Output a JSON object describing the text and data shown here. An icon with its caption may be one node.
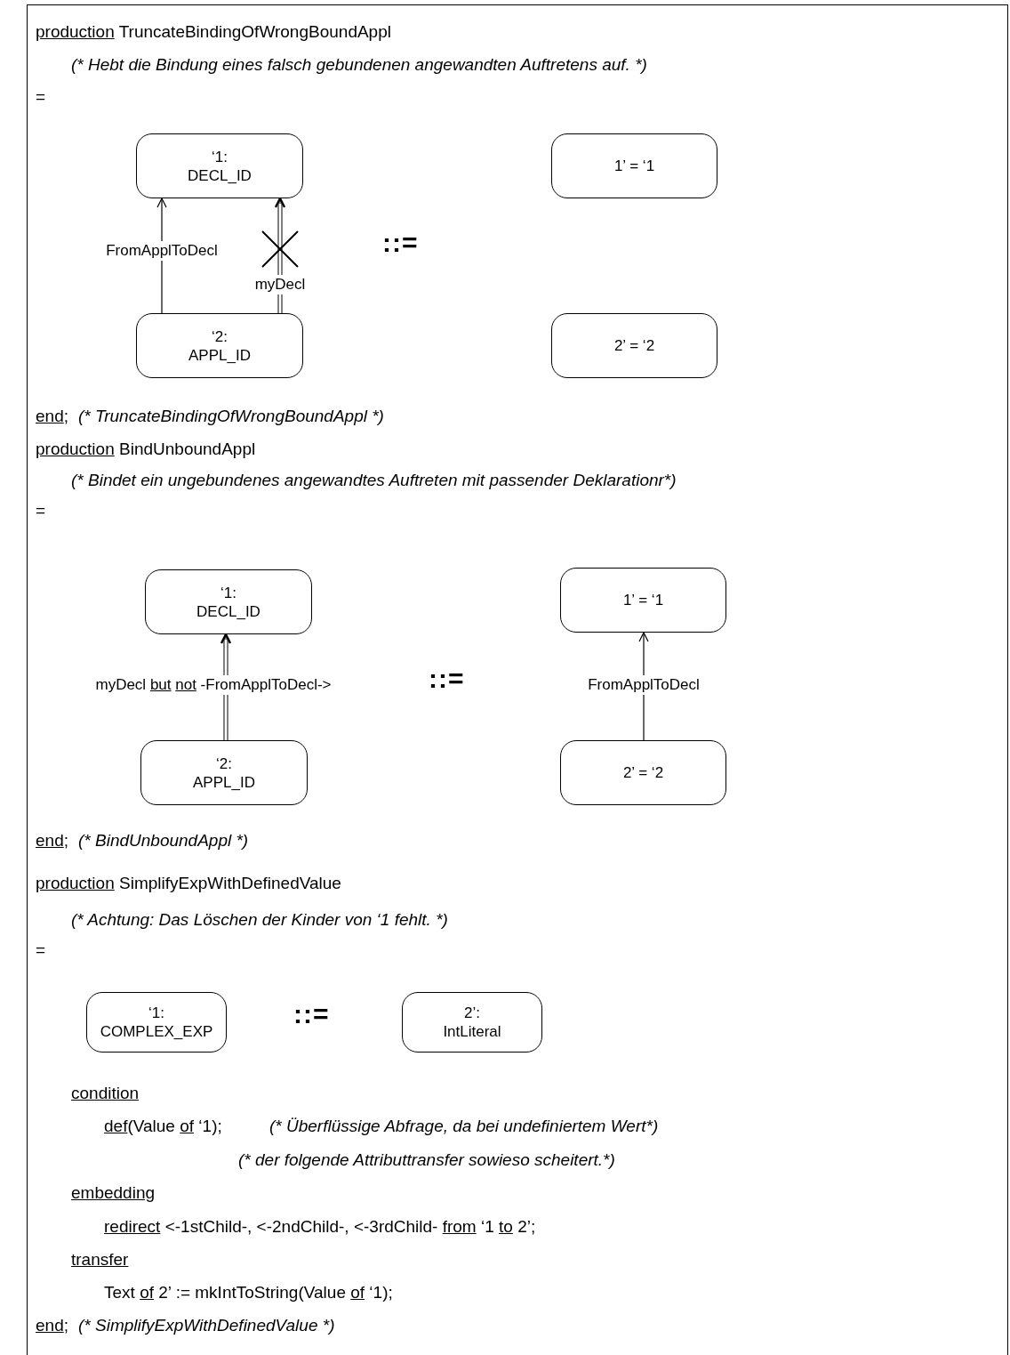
{
  "diagram": {
    "nodes": [
      {
        "text": [
          "‘1: DECL_ID"
        ]
      },
      {
        "text": [
          "‘2: APPL_ID"
        ]
      },
      {
        "text": [
          "1’ = ‘1"
        ]
      },
      {
        "text": [
          "2’ = ‘2"
        ]
      },
      {
        "text": [
          "‘1: DECL_ID"
        ]
      },
      {
        "text": [
          "‘2: APPL_ID"
        ]
      },
      {
        "text": [
          "1’ = ‘1"
        ]
      },
      {
        "text": [
          "2’ = ‘2"
        ]
      },
      {
        "text": [
          "‘1: COMPLEX_EXP"
        ]
      },
      {
        "text": [
          "2’: IntLiteral"
        ]
      }
    ],
    "edges": [
      {
        "from": 1,
        "to": 0,
        "arrow": "to",
        "label": "FromApplToDecl"
      },
      {
        "from": 1,
        "to": 0,
        "arrow": "to",
        "label": "myDecl"
      },
      {
        "from": 5,
        "to": 4,
        "arrow": "to",
        "label": "myDecl **but** **not** -FromApplToDecl->"
      },
      {
        "from": 7,
        "to": 6,
        "arrow": "to",
        "label": "FromApplToDecl"
      }
    ],
    "labels": [
      "**production** TruncateBindingOfWrongBoundAppl",
      "(* Hebt die Bindung eines falsch gebundenen angewandten Auftretens auf. *)",
      "=",
      "::=",
      "**end**;",
      "(* TruncateBindingOfWrongBoundAppl *)",
      "**production** BindUnboundAppl",
      "(* Bindet ein ungebundenes angewandtes Auftreten mit passender Deklarationr*)",
      "=",
      "::=",
      "**end**;",
      "(* BindUnboundAppl *)",
      "**production** SimplifyExpWithDefinedValue",
      "(* Achtung: Das Löschen der Kinder von ‘1 fehlt. *)",
      "=",
      "::=",
      "**condition**",
      "**def**(Value **of** ‘1);",
      "(* Überflüssige Abfrage, da bei undefiniertem Wert*)",
      "(* der folgende Attributtransfer sowieso scheitert.*)",
      "**embedding**",
      "**redirect** <-1stChild-, <-2ndChild-, <-3rdChild- **from** ‘1 **to** 2’;",
      "**transfer**",
      "Text **of** 2’ := mkIntToString(Value **of** ‘1);",
      "**end**;",
      "(* SimplifyExpWithDefinedValue *)"
    ]
  }
}
